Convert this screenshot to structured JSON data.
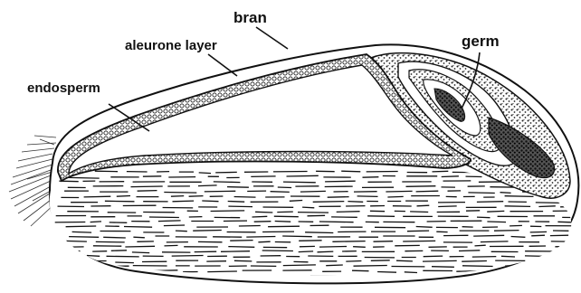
{
  "diagram": {
    "labels": {
      "bran": "bran",
      "aleurone": "aleurone layer",
      "endosperm": "endosperm",
      "germ": "germ"
    },
    "colors": {
      "ink": "#111111",
      "background": "#ffffff",
      "endosperm_fill": "#ffffff",
      "germ_fill": "#7a7a7a",
      "germ_dark": "#2a2a2a"
    }
  }
}
